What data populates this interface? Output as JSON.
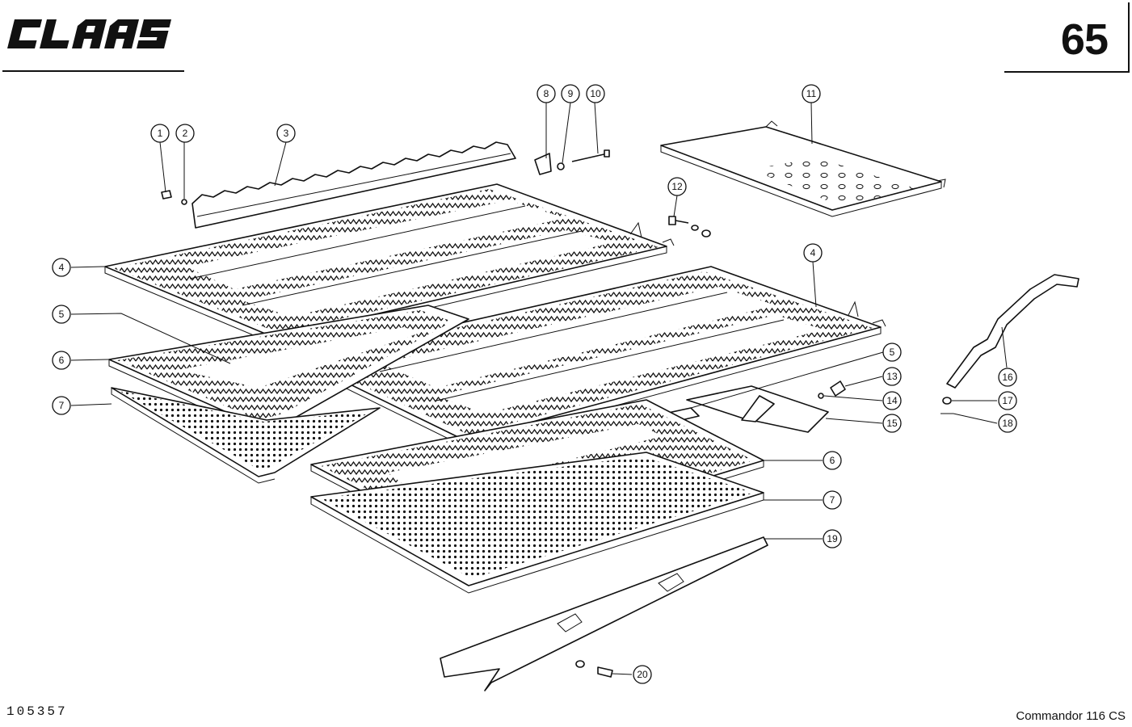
{
  "header": {
    "brand": "CLAAS",
    "page_number": "65"
  },
  "footer": {
    "drawing_id": "105357",
    "model": "Commandor 116 CS"
  },
  "callouts": [
    {
      "id": "c1",
      "label": "1"
    },
    {
      "id": "c2",
      "label": "2"
    },
    {
      "id": "c3",
      "label": "3"
    },
    {
      "id": "c4a",
      "label": "4"
    },
    {
      "id": "c4b",
      "label": "4"
    },
    {
      "id": "c5a",
      "label": "5"
    },
    {
      "id": "c5b",
      "label": "5"
    },
    {
      "id": "c6a",
      "label": "6"
    },
    {
      "id": "c6b",
      "label": "6"
    },
    {
      "id": "c7a",
      "label": "7"
    },
    {
      "id": "c7b",
      "label": "7"
    },
    {
      "id": "c8",
      "label": "8"
    },
    {
      "id": "c9",
      "label": "9"
    },
    {
      "id": "c10",
      "label": "10"
    },
    {
      "id": "c11",
      "label": "11"
    },
    {
      "id": "c12",
      "label": "12"
    },
    {
      "id": "c13",
      "label": "13"
    },
    {
      "id": "c14",
      "label": "14"
    },
    {
      "id": "c15",
      "label": "15"
    },
    {
      "id": "c16",
      "label": "16"
    },
    {
      "id": "c17",
      "label": "17"
    },
    {
      "id": "c18",
      "label": "18"
    },
    {
      "id": "c19",
      "label": "19"
    },
    {
      "id": "c20",
      "label": "20"
    }
  ]
}
